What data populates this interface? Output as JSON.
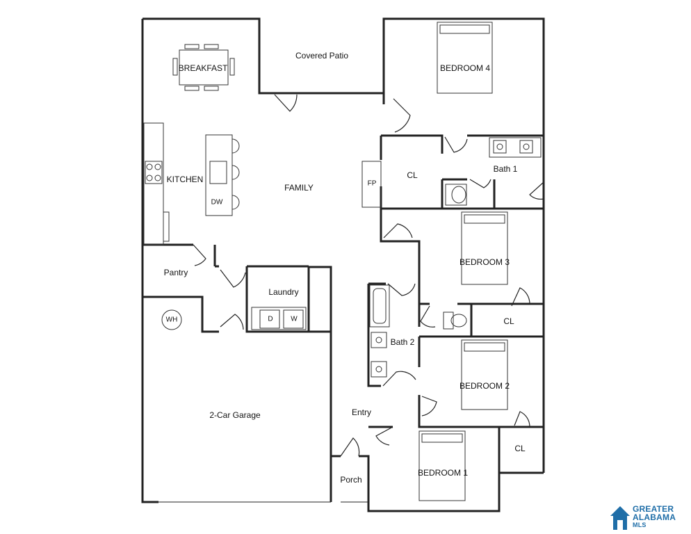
{
  "rooms": {
    "breakfast": "BREAKFAST",
    "covered_patio": "Covered Patio",
    "bedroom4": "BEDROOM 4",
    "kitchen": "KITCHEN",
    "family": "FAMILY",
    "cl_upper": "CL",
    "bath1": "Bath 1",
    "pantry": "Pantry",
    "laundry": "Laundry",
    "bedroom3": "BEDROOM 3",
    "cl_mid": "CL",
    "bath2": "Bath 2",
    "bedroom2": "BEDROOM 2",
    "garage": "2-Car Garage",
    "entry": "Entry",
    "cl_lower": "CL",
    "porch": "Porch",
    "bedroom1": "BEDROOM 1"
  },
  "fixtures": {
    "fireplace": "FP",
    "dishwasher": "DW",
    "water_heater": "WH",
    "dryer": "D",
    "washer": "W"
  },
  "logo": {
    "line1": "GREATER",
    "line2": "ALABAMA",
    "line3": "MLS",
    "icon": "house-icon",
    "color": "#1f6ea8"
  }
}
